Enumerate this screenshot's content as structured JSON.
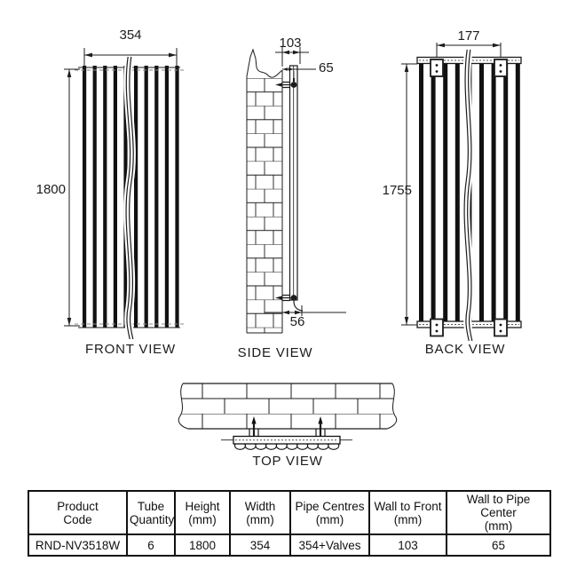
{
  "page": {
    "background": "#ffffff",
    "line_color": "#1c1c1c"
  },
  "views": {
    "front": {
      "label": "FRONT VIEW",
      "dims": {
        "width": "354",
        "height": "1800"
      }
    },
    "side": {
      "label": "SIDE VIEW",
      "dims": {
        "wall_to_front": "103",
        "wall_to_pipe_center": "65",
        "bottom_offset": "56"
      }
    },
    "back": {
      "label": "BACK VIEW",
      "dims": {
        "bracket_centres": "177",
        "bracket_height": "1755"
      }
    },
    "top": {
      "label": "TOP VIEW"
    }
  },
  "spec_table": {
    "columns": [
      {
        "line1": "Product",
        "line2": "Code"
      },
      {
        "line1": "Tube",
        "line2": "Quantity"
      },
      {
        "line1": "Height",
        "line2": "(mm)"
      },
      {
        "line1": "Width",
        "line2": "(mm)"
      },
      {
        "line1": "Pipe Centres",
        "line2": "(mm)"
      },
      {
        "line1": "Wall to Front",
        "line2": "(mm)"
      },
      {
        "line1": "Wall to Pipe Center",
        "line2": "(mm)"
      }
    ],
    "row": [
      "RND-NV3518W",
      "6",
      "1800",
      "354",
      "354+Valves",
      "103",
      "65"
    ]
  }
}
